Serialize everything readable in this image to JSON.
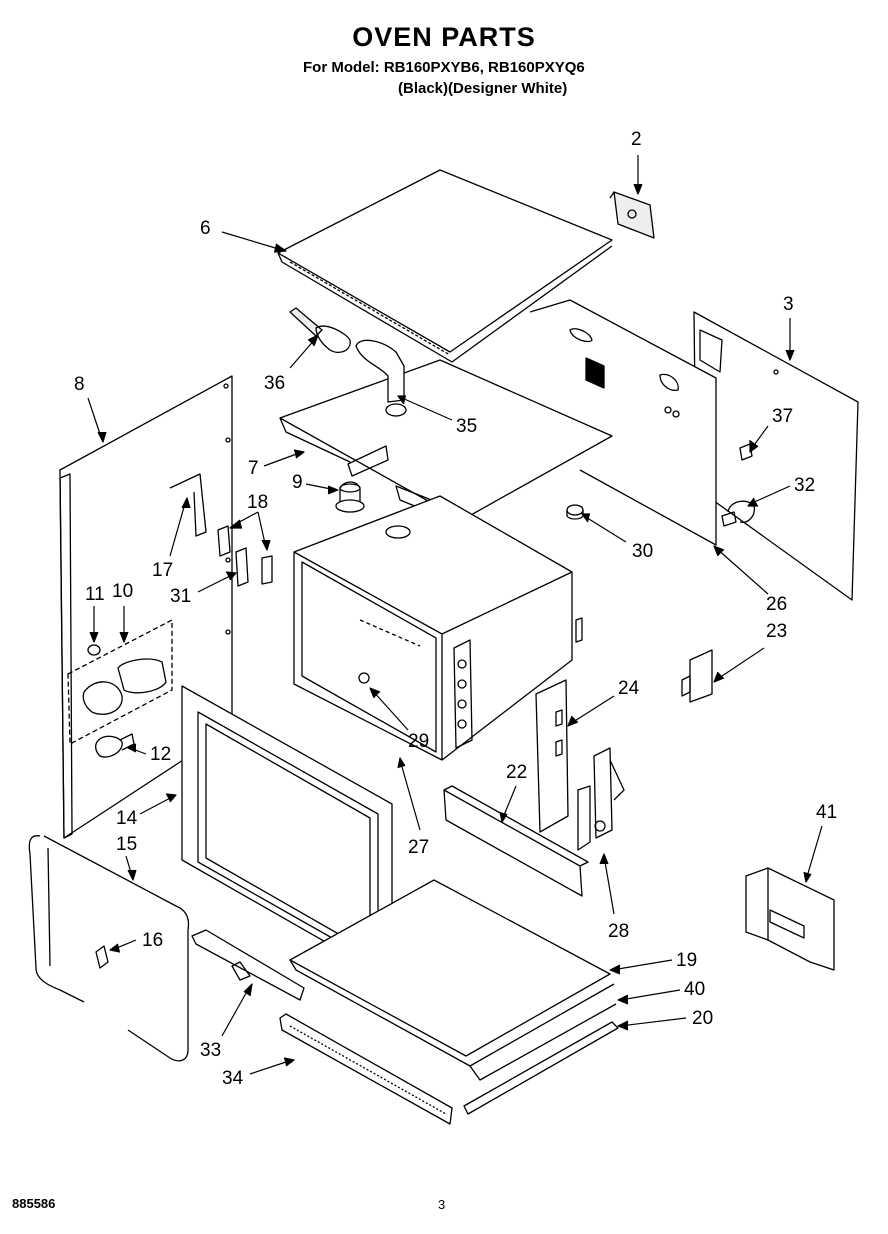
{
  "header": {
    "title": "OVEN PARTS",
    "model_line": "For Model: RB160PXYB6, RB160PXYQ6",
    "color_line": "(Black)(Designer White)"
  },
  "callouts": [
    "2",
    "6",
    "3",
    "36",
    "35",
    "8",
    "37",
    "7",
    "9",
    "32",
    "18",
    "17",
    "30",
    "31",
    "26",
    "11",
    "10",
    "23",
    "24",
    "29",
    "12",
    "22",
    "14",
    "27",
    "15",
    "41",
    "16",
    "28",
    "19",
    "40",
    "20",
    "33",
    "34"
  ],
  "footer": {
    "doc_number": "885586",
    "page_number": "3"
  }
}
